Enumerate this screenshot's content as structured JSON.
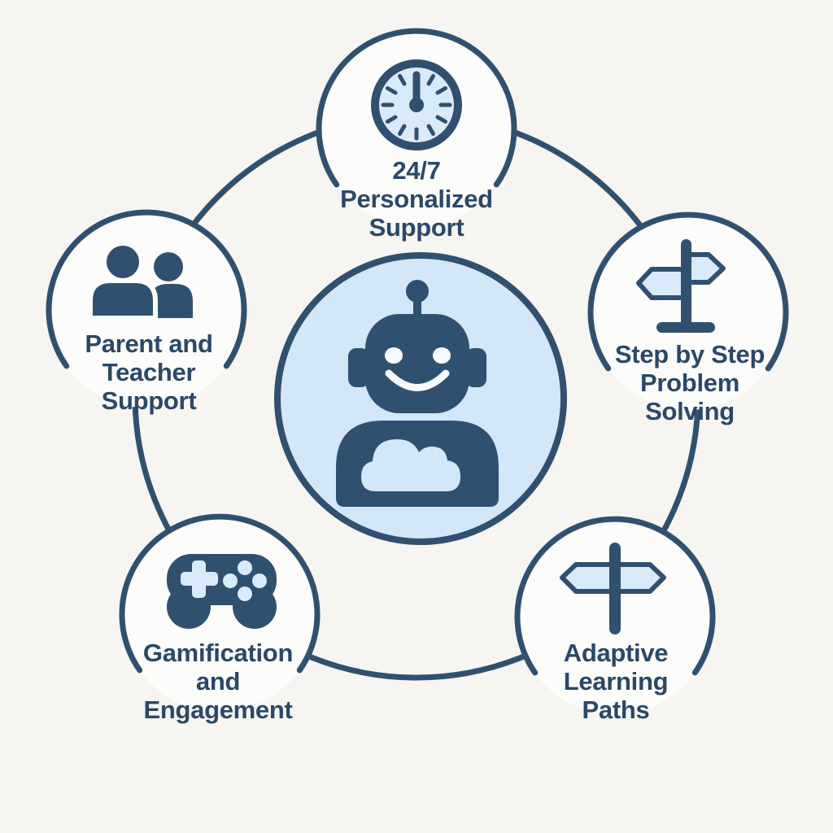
{
  "palette": {
    "background": "#f6f5f2",
    "dark": "#30506f",
    "light_blue": "#d9eafb",
    "center_fill": "#d3e7f8",
    "node_fill": "#fcfcfb",
    "text": "#2b4866"
  },
  "center": {
    "icon": "robot-icon"
  },
  "nodes": [
    {
      "id": "support-24-7",
      "icon": "clock-icon",
      "lines": [
        "24/7",
        "Personalized",
        "Support"
      ]
    },
    {
      "id": "step-by-step",
      "icon": "signpost-icon",
      "lines": [
        "Step by Step",
        "Problem",
        "Solving"
      ]
    },
    {
      "id": "adaptive-paths",
      "icon": "signpost-icon",
      "lines": [
        "Adaptive",
        "Learning",
        "Paths"
      ]
    },
    {
      "id": "gamification",
      "icon": "gamepad-icon",
      "lines": [
        "Gamification",
        "and",
        "Engagement"
      ]
    },
    {
      "id": "parent-teacher",
      "icon": "people-icon",
      "lines": [
        "Parent and",
        "Teacher",
        "Support"
      ]
    }
  ]
}
